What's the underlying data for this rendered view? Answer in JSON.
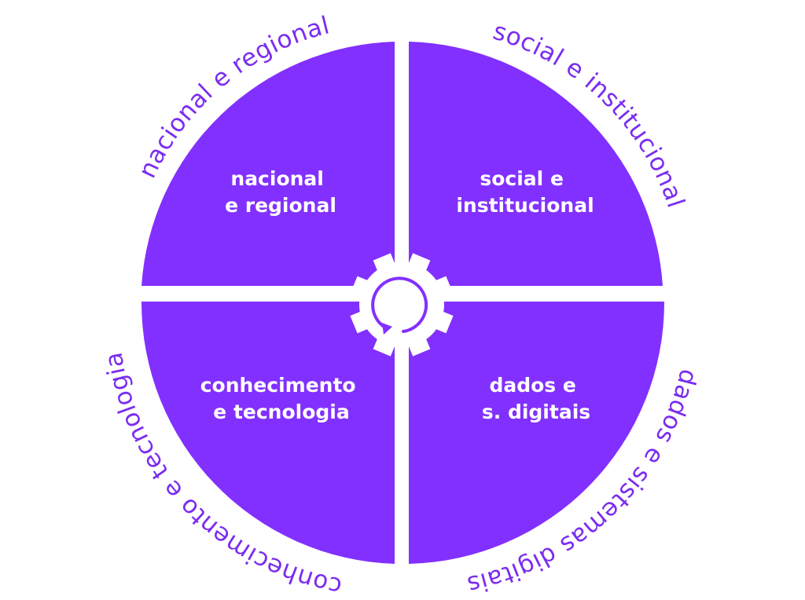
{
  "colors": {
    "quadrant": "#8230ff",
    "arc_text": "#7b2cf0",
    "background": "#ffffff",
    "gear": "#ffffff"
  },
  "center_icon": "gear-refresh-icon",
  "quadrants": [
    {
      "id": "nw",
      "lines": [
        "nacional",
        "e regional"
      ]
    },
    {
      "id": "ne",
      "lines": [
        "social e",
        "institucional"
      ]
    },
    {
      "id": "sw",
      "lines": [
        "conhecimento",
        "e tecnologia"
      ]
    },
    {
      "id": "se",
      "lines": [
        "dados e",
        "s. digitais"
      ]
    }
  ],
  "outer_labels": {
    "nw": "nacional e regional",
    "ne": "social e institucional",
    "sw": "conhecimento e tecnologia",
    "se": "dados e sistemas digitais"
  }
}
